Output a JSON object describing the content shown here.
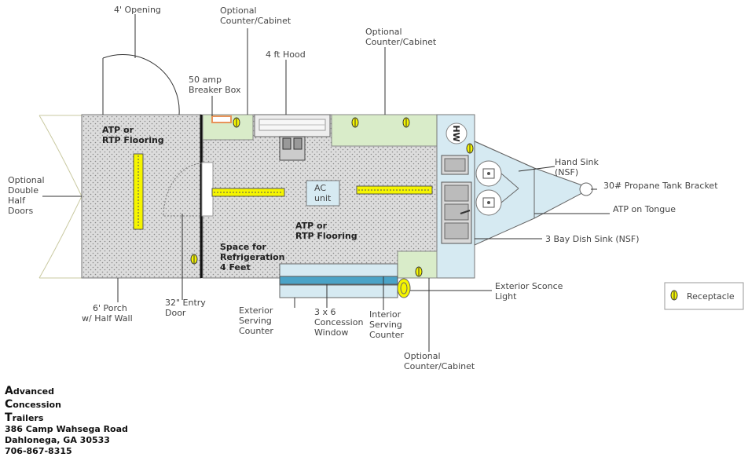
{
  "labels": {
    "opening": "4' Opening",
    "counter_top_1": "Optional",
    "counter_top_2": "Counter/Cabinet",
    "counter_right_1": "Optional",
    "counter_right_2": "Counter/Cabinet",
    "hood": "4 ft Hood",
    "breaker_1": "50 amp",
    "breaker_2": "Breaker Box",
    "doors_1": "Optional",
    "doors_2": "Double",
    "doors_3": "Half",
    "doors_4": "Doors",
    "floor_porch_1": "ATP or",
    "floor_porch_2": "RTP Flooring",
    "floor_main_1": "ATP or",
    "floor_main_2": "RTP Flooring",
    "refrig_1": "Space for",
    "refrig_2": "Refrigeration",
    "refrig_3": "4 Feet",
    "ac_1": "AC",
    "ac_2": "unit",
    "hw": "HW",
    "hand_sink_1": "Hand Sink",
    "hand_sink_2": "(NSF)",
    "propane": "30# Propane Tank Bracket",
    "atp_tongue": "ATP on Tongue",
    "dish_sink": "3 Bay Dish Sink (NSF)",
    "porch_1": "6' Porch",
    "porch_2": "w/ Half Wall",
    "entry_1": "32\" Entry",
    "entry_2": "Door",
    "ext_counter_1": "Exterior",
    "ext_counter_2": "Serving",
    "ext_counter_3": "Counter",
    "window_1": "3 x 6",
    "window_2": "Concession",
    "window_3": "Window",
    "int_counter_1": "Interior",
    "int_counter_2": "Serving",
    "int_counter_3": "Counter",
    "counter_bottom_1": "Optional",
    "counter_bottom_2": "Counter/Cabinet",
    "sconce_1": "Exterior Sconce",
    "sconce_2": "Light",
    "legend_receptacle": "Receptacle"
  },
  "company": {
    "line1_initial": "A",
    "line1_rest": "dvanced",
    "line2_initial": "C",
    "line2_rest": "oncession",
    "line3_initial": "T",
    "line3_rest": "railers",
    "address": "386 Camp Wahsega Road",
    "city": "Dahlonega, GA 30533",
    "phone": "706-867-8315"
  },
  "colors": {
    "floor": "#d9d9d9",
    "counter": "#d9ecc9",
    "tongue": "#d6eaf2",
    "light_yellow": "#f5f500",
    "window_blue": "#4aa3c7",
    "breaker_orange": "#e8935a"
  }
}
